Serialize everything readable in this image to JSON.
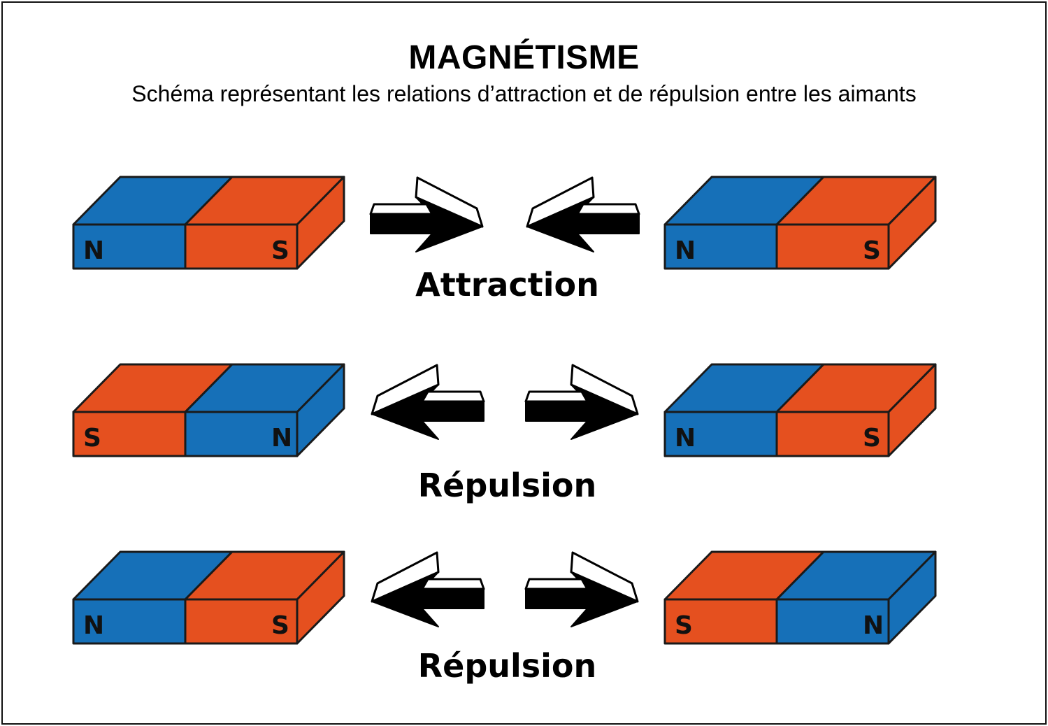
{
  "title": "MAGNÉTISME",
  "subtitle": "Schéma représentant les relations d’attraction et de répulsion entre les aimants",
  "colors": {
    "north": "#1670b8",
    "south": "#e5501f",
    "outline": "#1a1a1a",
    "arrow": "#000000"
  },
  "rows": [
    {
      "label": "Attraction",
      "left_magnet": {
        "left_pole": "N",
        "right_pole": "S"
      },
      "right_magnet": {
        "left_pole": "N",
        "right_pole": "S"
      },
      "arrows": "inward"
    },
    {
      "label": "Répulsion",
      "left_magnet": {
        "left_pole": "S",
        "right_pole": "N"
      },
      "right_magnet": {
        "left_pole": "N",
        "right_pole": "S"
      },
      "arrows": "outward"
    },
    {
      "label": "Répulsion",
      "left_magnet": {
        "left_pole": "N",
        "right_pole": "S"
      },
      "right_magnet": {
        "left_pole": "S",
        "right_pole": "N"
      },
      "arrows": "outward"
    }
  ]
}
